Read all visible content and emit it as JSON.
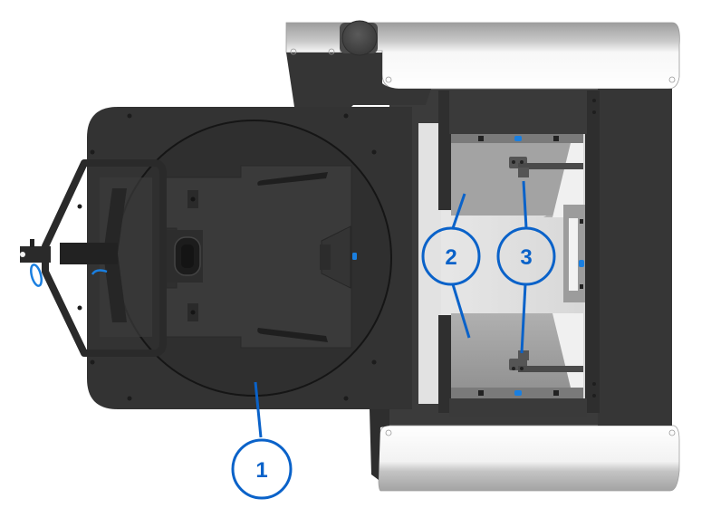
{
  "figure": {
    "type": "product-top-view-illustration",
    "colors": {
      "callout": "#0a62c9",
      "accent_blue": "#1a7fe0",
      "dark_body": "#333333",
      "dark_panel": "#2b2b2b",
      "frame": "#3a3a3a",
      "drawer": "#9a9a9a",
      "silver_light": "#f4f4f4",
      "silver_dark": "#a8a8a8"
    },
    "callouts": [
      {
        "id": 1,
        "label": "1",
        "target": "turntable-base"
      },
      {
        "id": 2,
        "label": "2",
        "target": "drawer-compartments"
      },
      {
        "id": 3,
        "label": "3",
        "target": "drawer-guide-rails"
      }
    ]
  }
}
